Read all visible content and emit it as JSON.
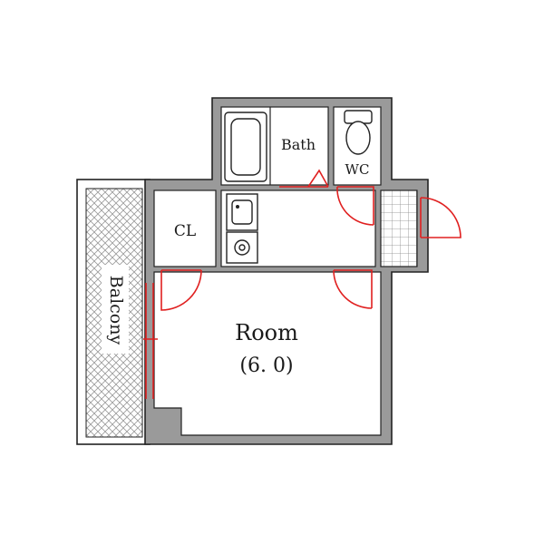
{
  "rooms": {
    "bath": "Bath",
    "wc": "WC",
    "closet": "CL",
    "balcony": "Balcony",
    "room": "Room",
    "room_size": "(6. 0)"
  },
  "colors": {
    "wall": "#9a9a9a",
    "door": "#e02020",
    "line": "#222222"
  }
}
